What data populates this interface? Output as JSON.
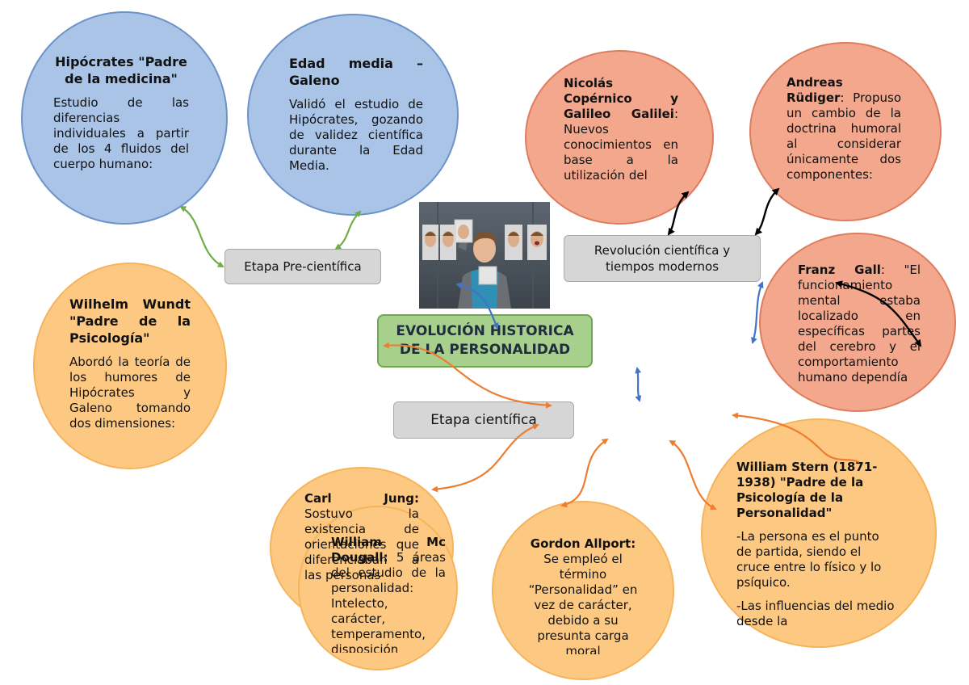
{
  "central": {
    "title_line1": "EVOLUCIÓN HISTORICA",
    "title_line2": "DE LA PERSONALIDAD"
  },
  "stages": {
    "pre": "Etapa Pre-científica",
    "revolution_line1": "Revolución científica y",
    "revolution_line2": "tiempos modernos",
    "scientific": "Etapa científica"
  },
  "hipocrates": {
    "title": "Hipócrates \"Padre de la medicina\"",
    "body": "Estudio de las diferencias individuales a partir de los 4 fluidos del cuerpo humano:"
  },
  "galeno": {
    "title": "Edad media – Galeno",
    "body": "Validó el estudio de Hipócrates, gozando de validez científica durante la Edad Media."
  },
  "wundt": {
    "title": "Wilhelm Wundt \"Padre de la Psicología\"",
    "body": "Abordó la teoría de los humores de Hipócrates y Galeno tomando dos dimensiones:"
  },
  "copernico": {
    "title": "Nicolás Copérnico y Galileo Galilei",
    "body": ": Nuevos conocimientos en base a la utilización del"
  },
  "rudiger": {
    "title": "Andreas Rüdiger",
    "body": ": Propuso un cambio de la doctrina humoral al considerar únicamente dos componentes:"
  },
  "gall": {
    "title": "Franz Gall",
    "body": ": \"El funcionamiento mental estaba localizado en específicas partes del cerebro y el comportamiento humano dependía"
  },
  "jung": {
    "title": "Carl Jung:",
    "body": "Sostuvo la existencia de orientaciones que diferenciaban a las personas"
  },
  "mcdougall": {
    "title": "William Mc Dougall:",
    "body": "5 áreas del estudio de la personalidad: Intelecto, carácter, temperamento, disposición"
  },
  "allport": {
    "title": "Gordon Allport:",
    "body": "Se empleó el término “Personalidad” en vez de carácter, debido a su presunta carga moral"
  },
  "stern": {
    "title": "William Stern (1871-1938) \"Padre de la Psicología de la Personalidad\"",
    "body1": "-La persona es el punto de partida, siendo el cruce entre lo físico y lo psíquico.",
    "body2": "-Las influencias del medio desde la"
  },
  "colors": {
    "blue_fill": "#a9c4e6",
    "salmon_fill": "#f3a88d",
    "yellow_fill": "#fdc982",
    "green_box": "#a8d08d",
    "gray_box": "#d6d6d6",
    "arrow_green": "#70ad47",
    "arrow_black": "#000000",
    "arrow_blue": "#4472c4",
    "arrow_orange": "#ed7d31"
  }
}
